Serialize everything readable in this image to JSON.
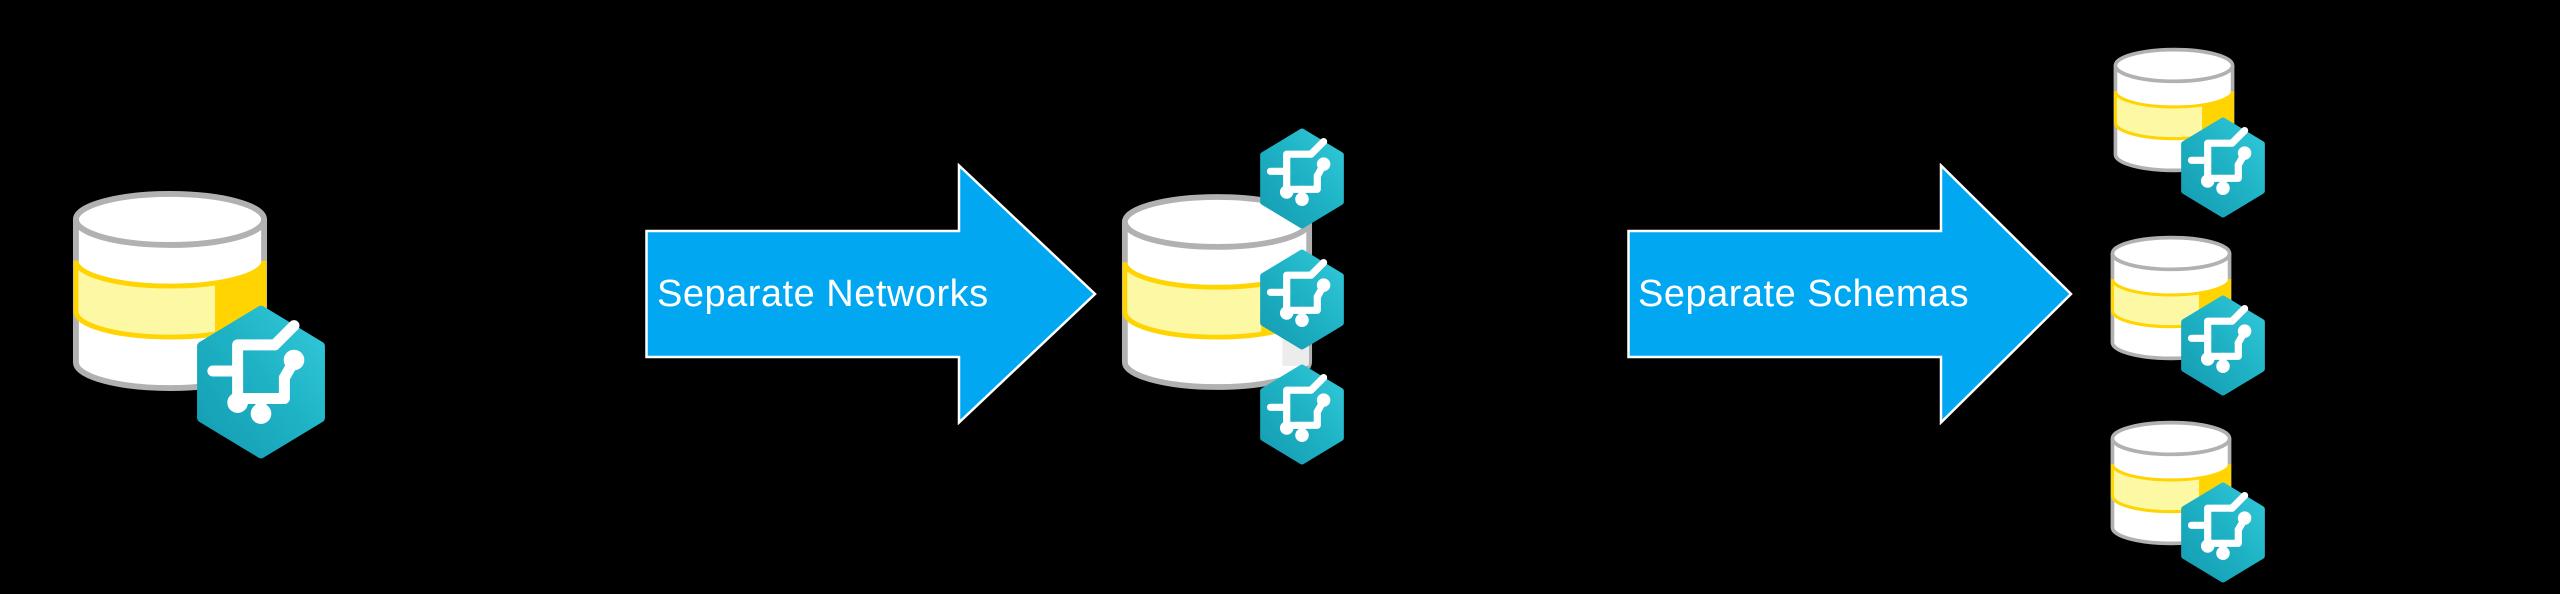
{
  "background_color": "#000000",
  "arrows": {
    "networks": {
      "label": "Separate Networks",
      "fill": "#01a7f0",
      "outline": "#ffffff",
      "text_color": "#ffffff"
    },
    "schemas": {
      "label": "Separate Schemas",
      "fill": "#01a7f0",
      "outline": "#ffffff",
      "text_color": "#ffffff"
    }
  },
  "stages": [
    {
      "name": "shared-database",
      "database_count": 1,
      "network_hexagon_count": 1
    },
    {
      "name": "separate-networks",
      "database_count": 1,
      "network_hexagon_count": 3
    },
    {
      "name": "separate-schemas",
      "database_count": 3,
      "network_hexagon_count": 3
    }
  ],
  "icons": {
    "database": {
      "semantic": "database-cylinder-icon",
      "body_color": "#ffffff",
      "outline_color": "#b1b1b1",
      "band_fill": "#fdf8a4",
      "band_accent": "#ffd400",
      "side_shade": "#ececec"
    },
    "network": {
      "semantic": "network-hexagon-icon",
      "fill_dark": "#149cb2",
      "fill_mid": "#1fb3c6",
      "fill_light": "#33c8da",
      "glyph_color": "#ffffff"
    }
  }
}
